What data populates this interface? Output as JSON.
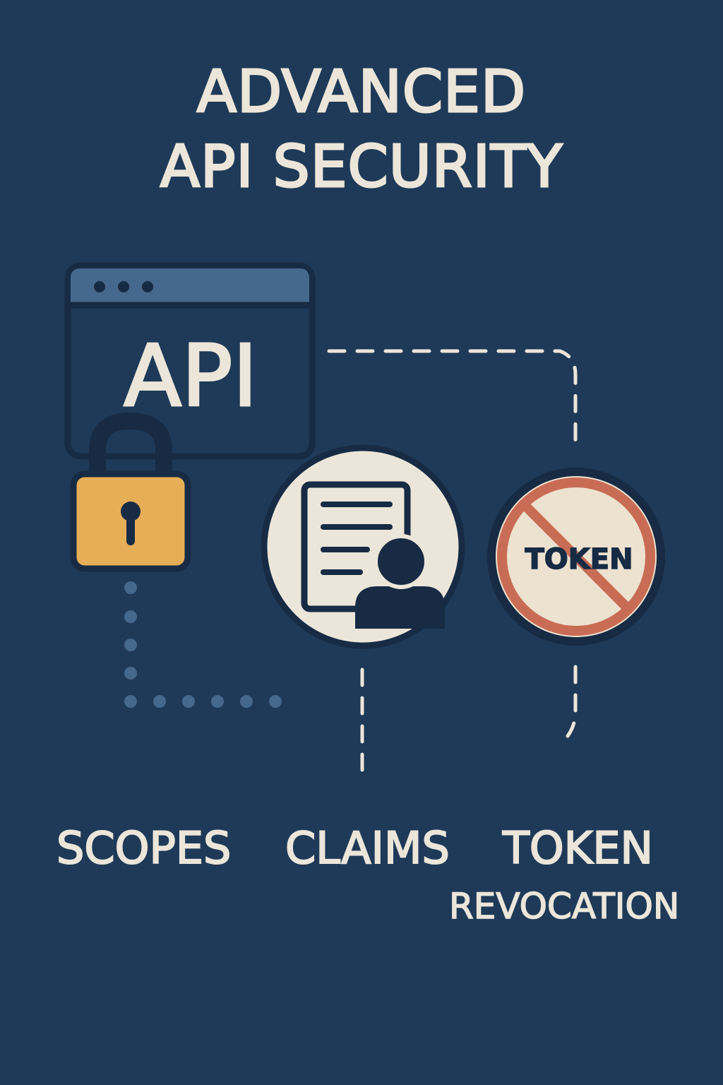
{
  "title": {
    "line1": "ADVANCED",
    "line2": "API SECURITY"
  },
  "browser_window": {
    "label": "API",
    "icon": "browser-window-icon"
  },
  "padlock": {
    "icon": "padlock-icon",
    "color": "#e7ae58"
  },
  "claims_badge": {
    "icon": "document-user-icon"
  },
  "token_badge": {
    "label": "TOKEN",
    "icon": "prohibited-token-icon",
    "slash_color": "#c96c55"
  },
  "labels": {
    "scopes": "SCOPES",
    "claims": "CLAIMS",
    "token": "TOKEN",
    "revocation": "REVOCATION"
  },
  "colors": {
    "background": "#1f3a58",
    "text": "#ece6da",
    "outline": "#172b44",
    "window_header": "#45688d",
    "dotted_connector": "#45688d",
    "dashed_connector": "#ece6da"
  }
}
